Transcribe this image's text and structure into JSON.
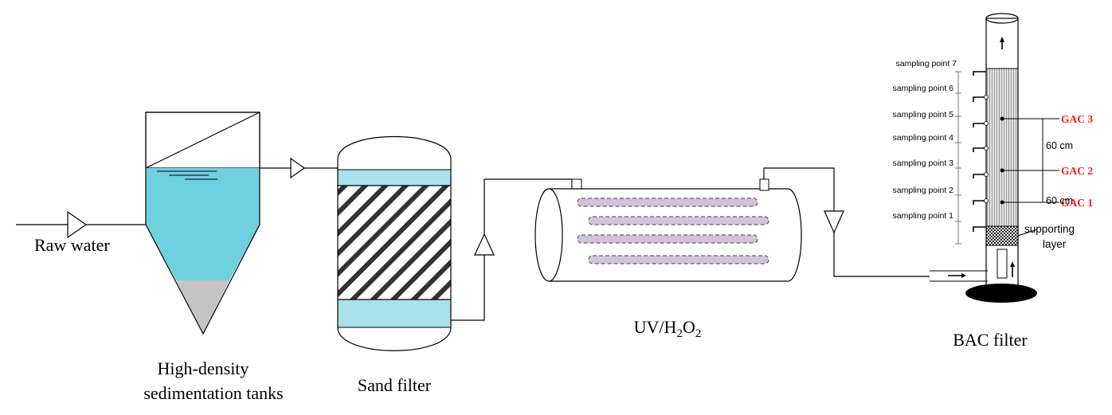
{
  "labels": {
    "raw_water": "Raw water",
    "sedimentation_line1": "High-density",
    "sedimentation_line2": "sedimentation tanks",
    "sand_filter": "Sand filter",
    "uv_prefix": "UV/H",
    "uv_sub1": "2",
    "uv_mid": "O",
    "uv_sub2": "2",
    "bac_filter": "BAC filter",
    "supporting_line1": "supporting",
    "supporting_line2": "layer",
    "distance_upper": "60 cm",
    "distance_lower": "60 cm"
  },
  "sampling_points": [
    "sampling point 7",
    "sampling point 6",
    "sampling point 5",
    "sampling point 4",
    "sampling point 3",
    "sampling point 2",
    "sampling point 1"
  ],
  "gac_labels": [
    "GAC 3",
    "GAC 2",
    "GAC 1"
  ],
  "colors": {
    "water": "#6ecfe0",
    "sand_water": "#a9e1ea",
    "sludge": "#c4c4c4",
    "uv_lamp": "#d3c2dc",
    "gac_label": "#ff1a1a",
    "column_media": "#c8c8c8"
  }
}
